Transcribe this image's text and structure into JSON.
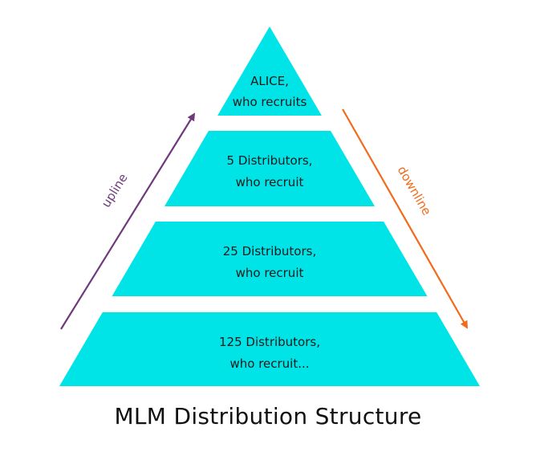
{
  "title": "MLM Distribution Structure",
  "colors": {
    "tier_fill": "#00e4e8",
    "upline": "#6e3a7c",
    "downline": "#f26a1b",
    "text": "#1a1a1a"
  },
  "tiers": [
    {
      "lines": [
        "ALICE,",
        "who recruits"
      ]
    },
    {
      "lines": [
        "5 Distributors,",
        "who recruit"
      ]
    },
    {
      "lines": [
        "25 Distributors,",
        "who recruit"
      ]
    },
    {
      "lines": [
        "125 Distributors,",
        "who recruit..."
      ]
    }
  ],
  "arrows": {
    "upline": {
      "label": "upline",
      "direction": "up"
    },
    "downline": {
      "label": "downline",
      "direction": "down"
    }
  }
}
